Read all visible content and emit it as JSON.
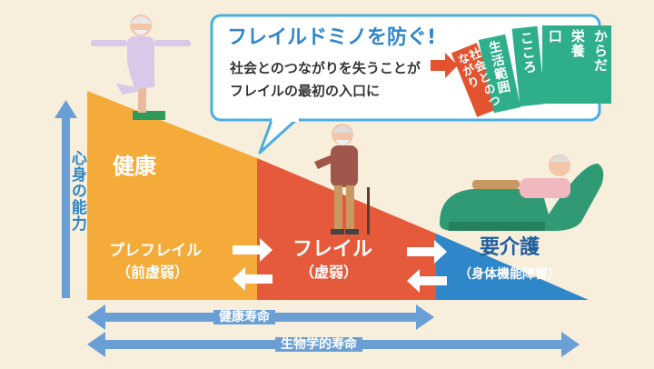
{
  "bubble": {
    "title": "フレイルドミノを防ぐ!",
    "line1": "社会とのつながりを失うことが",
    "line2": "フレイルの最初の入口に"
  },
  "dominoes": [
    {
      "label": "社会とのつながり",
      "color": "#e4532f"
    },
    {
      "label": "生活範囲",
      "color": "#2fae8c"
    },
    {
      "label": "こころ",
      "color": "#2fae8c"
    },
    {
      "label": "口",
      "color": "#2fae8c"
    },
    {
      "label": "栄養",
      "color": "#2fae8c"
    },
    {
      "label": "からだ",
      "color": "#2fae8c"
    }
  ],
  "axis_label": "心身の能力",
  "stages": {
    "healthy": "健康",
    "prefrail": "プレフレイル",
    "prefrail_sub": "（前虚弱）",
    "frail": "フレイル",
    "frail_sub": "（虚弱）",
    "care": "要介護",
    "care_sub": "（身体機能障害）"
  },
  "spans": {
    "healthy_life": "健康寿命",
    "biological_life": "生物学的寿命"
  },
  "colors": {
    "background": "#f7eedc",
    "healthy": "#f4ab3a",
    "frail": "#e55a3b",
    "care": "#2f86c9",
    "domino_green": "#2fae8c",
    "domino_red": "#e4532f",
    "axis": "#6a9fd6",
    "bubble_border": "#4aaee3"
  }
}
